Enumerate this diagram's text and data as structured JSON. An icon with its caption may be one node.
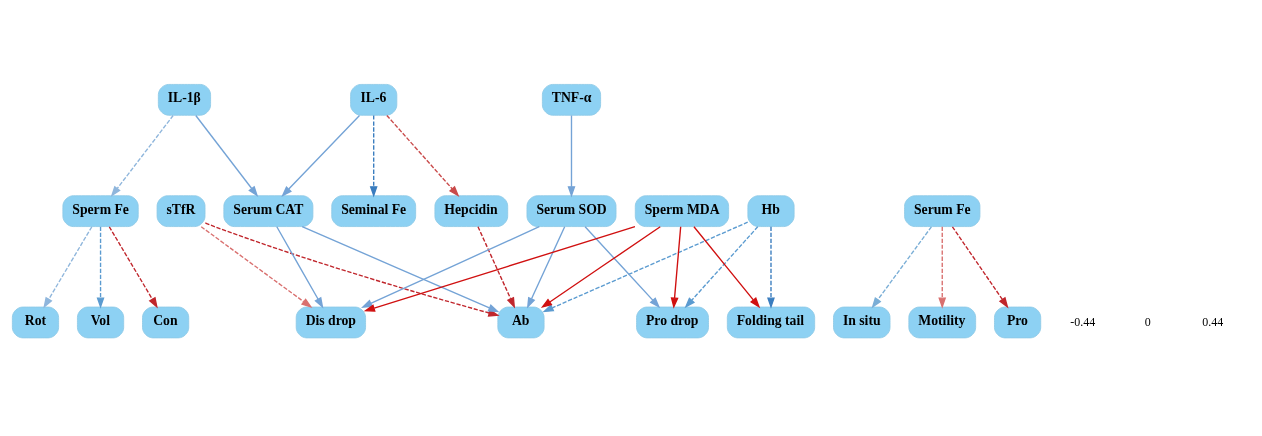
{
  "diagram": {
    "nodes": [
      {
        "text": [
          "IL-6"
        ]
      },
      {
        "text": [
          "IL-1β"
        ]
      },
      {
        "text": [
          "TNF-α"
        ]
      },
      {
        "text": [
          "Serum Fe"
        ]
      },
      {
        "text": [
          "Hb"
        ]
      },
      {
        "text": [
          "Hepcidin"
        ]
      },
      {
        "text": [
          "sTfR"
        ]
      },
      {
        "text": [
          "Seminal Fe"
        ]
      },
      {
        "text": [
          "Sperm Fe"
        ]
      },
      {
        "text": [
          "Serum CAT"
        ]
      },
      {
        "text": [
          "Serum SOD"
        ]
      },
      {
        "text": [
          "Sperm MDA"
        ]
      },
      {
        "text": [
          "Vol"
        ]
      },
      {
        "text": [
          "Con"
        ]
      },
      {
        "text": [
          "Motility"
        ]
      },
      {
        "text": [
          "Ab"
        ]
      },
      {
        "text": [
          "Pro"
        ]
      },
      {
        "text": [
          "Rot"
        ]
      },
      {
        "text": [
          "In situ"
        ]
      },
      {
        "text": [
          "Folding tail"
        ]
      },
      {
        "text": [
          "Dis drop"
        ]
      },
      {
        "text": [
          "Pro drop"
        ]
      }
    ],
    "edges": [
      {
        "from": 0,
        "to": 5,
        "arrow": "to",
        "style": "dashed",
        "color": "#c94a4a"
      },
      {
        "from": 0,
        "to": 7,
        "arrow": "to",
        "style": "dashed",
        "color": "#3a7dbf"
      },
      {
        "from": 0,
        "to": 9,
        "arrow": "to"
      },
      {
        "from": 1,
        "to": 8,
        "arrow": "to",
        "style": "dashed",
        "color": "#8fb6dc"
      },
      {
        "from": 1,
        "to": 9,
        "arrow": "to"
      },
      {
        "from": 2,
        "to": 10,
        "arrow": "to"
      },
      {
        "from": 3,
        "to": 14,
        "arrow": "to",
        "style": "dashed",
        "color": "#d9706f"
      },
      {
        "from": 3,
        "to": 16,
        "arrow": "to",
        "style": "dashed",
        "color": "#c0262c"
      },
      {
        "from": 3,
        "to": 18,
        "arrow": "to",
        "style": "dashed",
        "color": "#7aaed6"
      },
      {
        "from": 4,
        "to": 15,
        "arrow": "to",
        "style": "dashed",
        "color": "#5b9bd0"
      },
      {
        "from": 4,
        "to": 19,
        "arrow": "to",
        "style": "dashed",
        "color": "#3a7dbf"
      },
      {
        "from": 4,
        "to": 21,
        "arrow": "to",
        "style": "dashed",
        "color": "#5b9bd0"
      },
      {
        "from": 5,
        "to": 15,
        "arrow": "to",
        "style": "dashed",
        "color": "#c0262c"
      },
      {
        "from": 6,
        "to": 15,
        "arrow": "to",
        "style": "dashed",
        "color": "#c0262c"
      },
      {
        "from": 6,
        "to": 20,
        "arrow": "to",
        "style": "dashed",
        "color": "#d9706f"
      },
      {
        "from": 8,
        "to": 12,
        "arrow": "to",
        "style": "dashed",
        "color": "#5b9bd0"
      },
      {
        "from": 8,
        "to": 13,
        "arrow": "to",
        "style": "dashed",
        "color": "#c0262c"
      },
      {
        "from": 8,
        "to": 17,
        "arrow": "to",
        "style": "dashed",
        "color": "#8fb6dc"
      },
      {
        "from": 9,
        "to": 15,
        "arrow": "to"
      },
      {
        "from": 9,
        "to": 20,
        "arrow": "to"
      },
      {
        "from": 10,
        "to": 15,
        "arrow": "to"
      },
      {
        "from": 10,
        "to": 20,
        "arrow": "to"
      },
      {
        "from": 10,
        "to": 21,
        "arrow": "to"
      },
      {
        "from": 11,
        "to": 15,
        "arrow": "to",
        "color": "#d01010"
      },
      {
        "from": 11,
        "to": 19,
        "arrow": "to",
        "color": "#d01010"
      },
      {
        "from": 11,
        "to": 20,
        "arrow": "to",
        "color": "#d01010"
      },
      {
        "from": 11,
        "to": 21,
        "arrow": "to",
        "color": "#d01010"
      }
    ],
    "labels": [
      "0.44",
      "0",
      "-0.44"
    ]
  }
}
